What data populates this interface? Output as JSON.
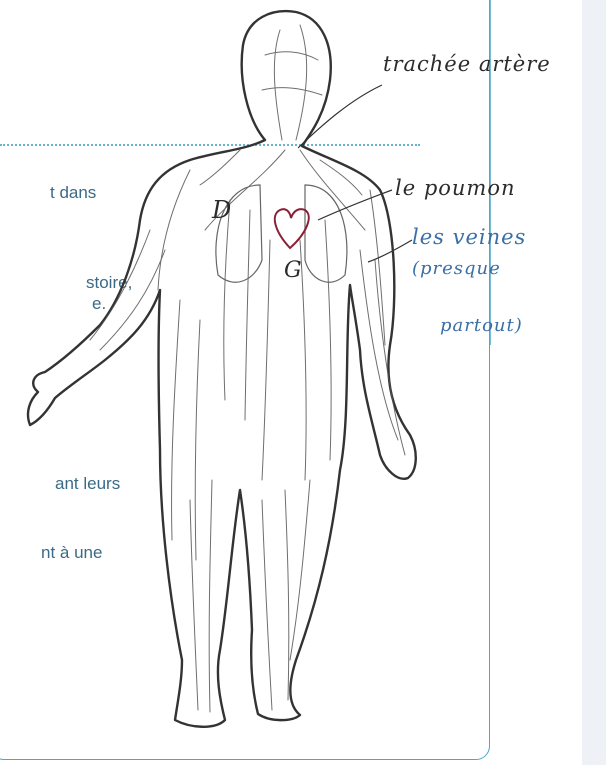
{
  "body_text_fragments": [
    "t dans",
    "stoire,",
    "e.",
    "ant leurs",
    "nt à une"
  ],
  "annotations": {
    "trachea": "trachée artère",
    "lung": "le poumon",
    "veins_line1": "les veines",
    "veins_line2": "(presque",
    "veins_line3": "partout)"
  },
  "drawing_letters": {
    "right_side": "D",
    "left_side": "G"
  },
  "colors": {
    "border": "#4aa8c8",
    "text": "#3b6a86",
    "heart": "#8a2038",
    "pencil": "#444444"
  }
}
